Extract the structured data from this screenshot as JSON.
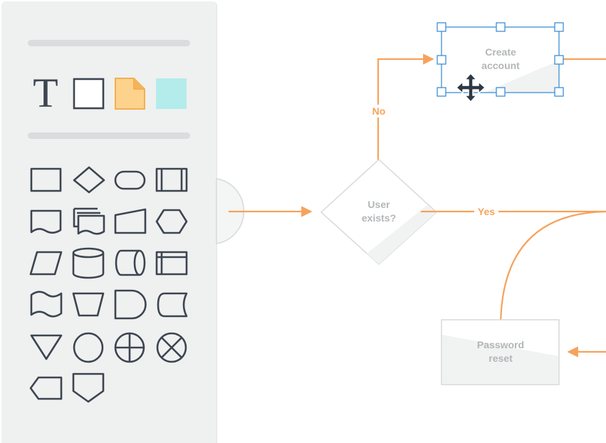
{
  "palette": {
    "tools": [
      {
        "id": "text",
        "icon": "text-tool-icon",
        "glyph": "T"
      },
      {
        "id": "rectangle",
        "icon": "rectangle-tool-icon"
      },
      {
        "id": "note",
        "icon": "sticky-note-icon"
      },
      {
        "id": "fill",
        "icon": "filled-block-icon"
      }
    ],
    "shapes": [
      "process-shape-icon",
      "decision-shape-icon",
      "terminator-shape-icon",
      "predefined-process-shape-icon",
      "document-shape-icon",
      "multi-document-shape-icon",
      "manual-input-shape-icon",
      "preparation-shape-icon",
      "data-shape-icon",
      "database-shape-icon",
      "direct-access-storage-shape-icon",
      "internal-storage-shape-icon",
      "punched-tape-shape-icon",
      "manual-operation-shape-icon",
      "delay-shape-icon",
      "stored-data-shape-icon",
      "merge-shape-icon",
      "connector-shape-icon",
      "or-shape-icon",
      "summing-junction-shape-icon",
      "display-shape-icon",
      "off-page-connector-shape-icon"
    ]
  },
  "diagram": {
    "nodes": {
      "decision": {
        "line1": "User",
        "line2": "exists?"
      },
      "create": {
        "line1": "Create",
        "line2": "account"
      },
      "reset": {
        "line1": "Password",
        "line2": "reset"
      }
    },
    "connectors": {
      "no": "No",
      "yes": "Yes"
    }
  },
  "colors": {
    "accent": "#f5a35c",
    "selection": "#3d8fd6",
    "shape_stroke": "#3c4550",
    "node_stroke": "#d7d9da",
    "node_text": "#b3b6b8",
    "note_fill": "#fdd28c",
    "block_fill": "#b3ecea"
  }
}
